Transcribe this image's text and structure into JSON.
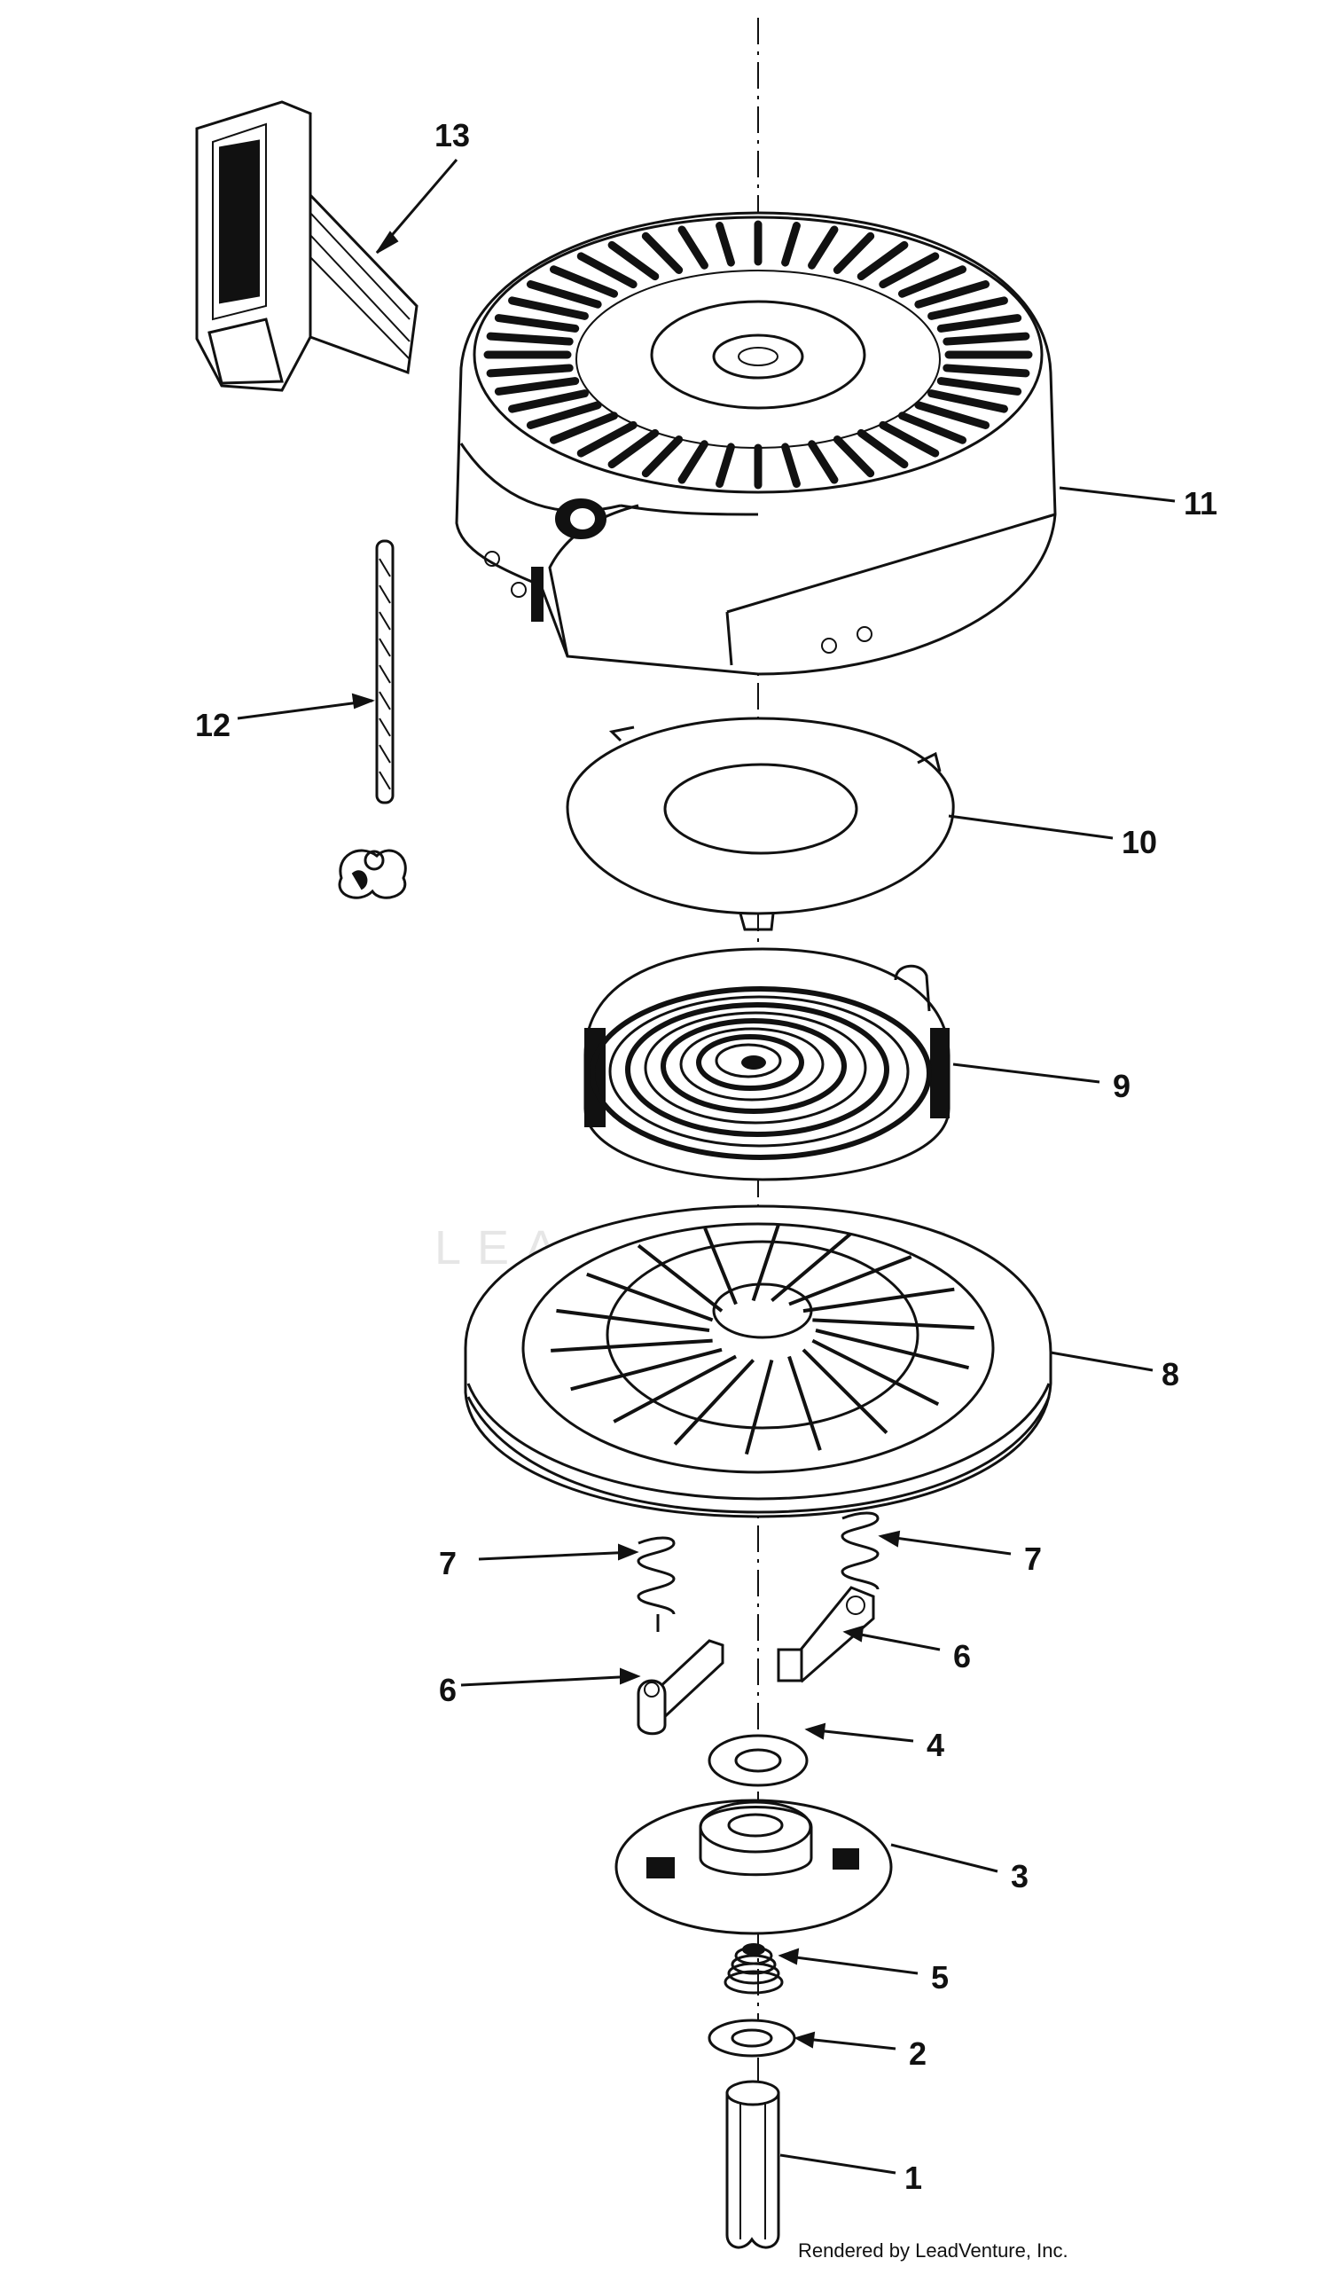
{
  "diagram": {
    "credit": "Rendered by LeadVenture, Inc.",
    "watermark": "LEADVENTURE",
    "callouts": [
      {
        "id": "13",
        "label": "13"
      },
      {
        "id": "11",
        "label": "11"
      },
      {
        "id": "12",
        "label": "12"
      },
      {
        "id": "10",
        "label": "10"
      },
      {
        "id": "9",
        "label": "9"
      },
      {
        "id": "8",
        "label": "8"
      },
      {
        "id": "7l",
        "label": "7"
      },
      {
        "id": "7r",
        "label": "7"
      },
      {
        "id": "6r",
        "label": "6"
      },
      {
        "id": "6l",
        "label": "6"
      },
      {
        "id": "4",
        "label": "4"
      },
      {
        "id": "3",
        "label": "3"
      },
      {
        "id": "5",
        "label": "5"
      },
      {
        "id": "2",
        "label": "2"
      },
      {
        "id": "1",
        "label": "1"
      }
    ]
  }
}
